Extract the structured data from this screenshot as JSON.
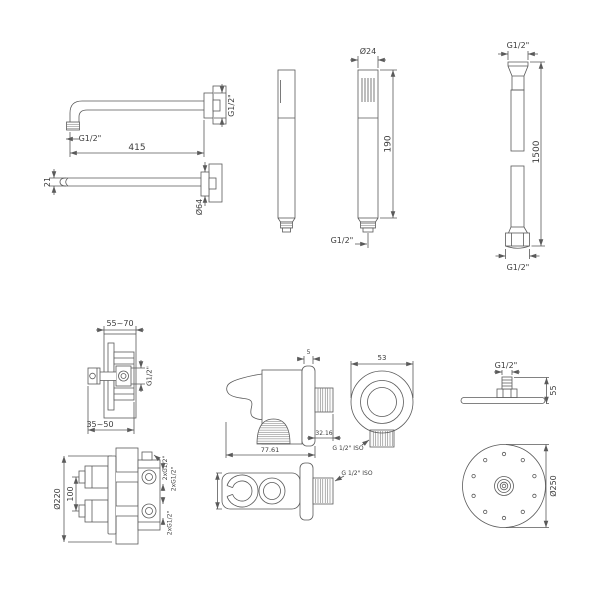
{
  "page": {
    "background": "#ffffff",
    "line_color": "#5a5a5a",
    "text_color": "#3c3c3c"
  },
  "drawings": {
    "arm": {
      "length": "415",
      "wall_thread": "G1/2\"",
      "outlet_thread": "G1/2\"",
      "tube_height": "21",
      "flange_diameter": "Ø64"
    },
    "hand_shower": {
      "head_diameter": "Ø24",
      "length": "190",
      "thread": "G1/2\""
    },
    "hose": {
      "top_thread": "G1/2\"",
      "length": "1500",
      "bottom_thread": "G1/2\""
    },
    "concealed_valve": {
      "install_depth_max": "55~70",
      "install_depth_min": "35~50",
      "thread": "G1/2\""
    },
    "thermostatic_valve": {
      "plate_diameter": "Ø220",
      "port_spacing": "100",
      "connections_top": "2xG1/2\"",
      "connections_middle": "2xG1/2\"",
      "connections_bottom": "2xG1/2\""
    },
    "outlet_holder_side": {
      "plate_depth": "5",
      "thread_length": "32.16",
      "total_depth": "77.61"
    },
    "outlet_front": {
      "width": "53",
      "thread_standard": "G 1/2\" ISO"
    },
    "outlet_holder_top": {
      "thread_standard": "G 1/2\" ISO"
    },
    "head_side": {
      "thread": "G1/2\"",
      "height": "55"
    },
    "head_plan": {
      "diameter": "Ø250"
    }
  }
}
